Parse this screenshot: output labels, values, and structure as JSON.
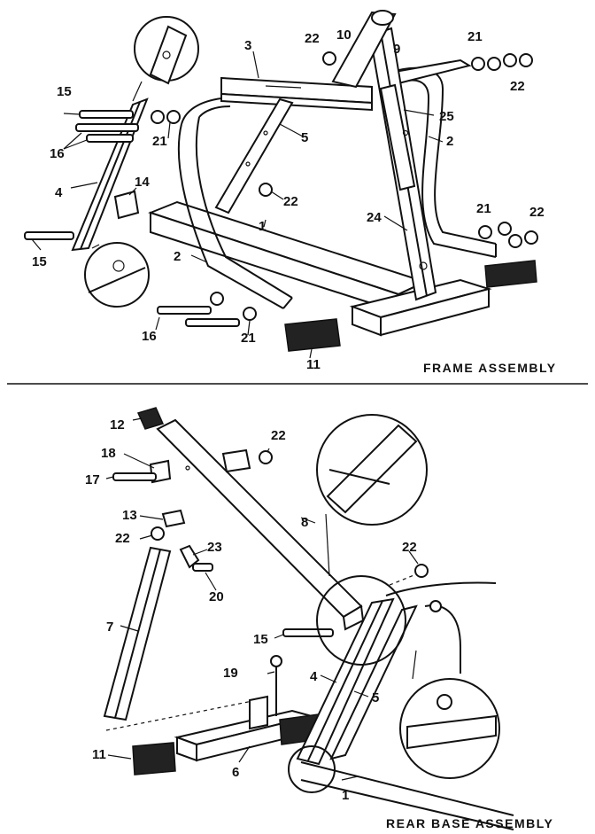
{
  "sections": {
    "frame": {
      "title": "FRAME ASSEMBLY"
    },
    "rear_base": {
      "title": "REAR BASE ASSEMBLY"
    }
  },
  "frame_labels": {
    "p1": "1",
    "p2a": "2",
    "p2b": "2",
    "p3": "3",
    "p4": "4",
    "p5": "5",
    "p9": "9",
    "p10": "10",
    "p11": "11",
    "p14": "14",
    "p15a": "15",
    "p15b": "15",
    "p16a": "16",
    "p16b": "16",
    "p21a": "21",
    "p21b": "21",
    "p21c": "21",
    "p21d": "21",
    "p22a": "22",
    "p22b": "22",
    "p22c": "22",
    "p22d": "22",
    "p24": "24",
    "p25": "25"
  },
  "rear_labels": {
    "p1": "1",
    "p4": "4",
    "p5": "5",
    "p6": "6",
    "p7": "7",
    "p8": "8",
    "p11": "11",
    "p12": "12",
    "p13": "13",
    "p15": "15",
    "p17": "17",
    "p18": "18",
    "p19": "19",
    "p20": "20",
    "p22a": "22",
    "p22b": "22",
    "p22c": "22",
    "p23": "23"
  }
}
